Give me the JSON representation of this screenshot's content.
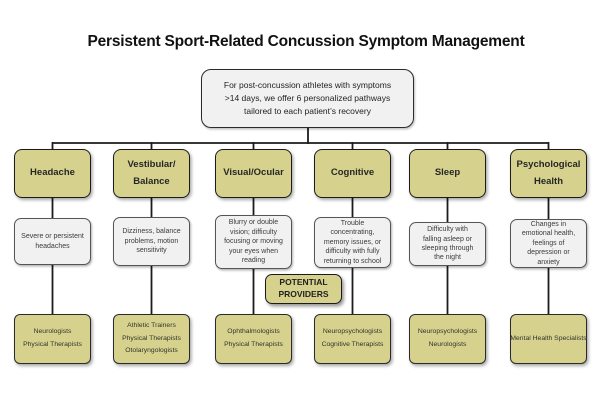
{
  "title": "Persistent Sport-Related Concussion Symptom Management",
  "root_box": {
    "text": "For post-concussion athletes with symptoms\n>14 days, we offer 6 personalized pathways\ntailored to each patient’s recovery"
  },
  "potential_providers": {
    "label": "POTENTIAL\nPROVIDERS"
  },
  "colors": {
    "pathway_fill": "#d6d28e",
    "pathway_border": "#1b1b1b",
    "symptom_fill": "#f1f1f1",
    "symptom_border": "#555555",
    "connector": "#1c1c1c",
    "background": "#ffffff"
  },
  "pathways": [
    {
      "name": "Headache",
      "symptoms": "Severe or persistent\nheadaches",
      "providers": [
        "Neurologists",
        "Physical Therapists"
      ]
    },
    {
      "name": "Vestibular/\nBalance",
      "symptoms": "Dizziness, balance\nproblems, motion\nsensitivity",
      "providers": [
        "Athletic Trainers",
        "Physical Therapists",
        "Otolaryngologists"
      ]
    },
    {
      "name": "Visual/Ocular",
      "symptoms": "Blurry or double\nvision; difficulty\nfocusing or moving\nyour eyes when\nreading",
      "providers": [
        "Ophthalmologists",
        "Physical Therapists"
      ]
    },
    {
      "name": "Cognitive",
      "symptoms": "Trouble\nconcentrating,\nmemory issues, or\ndifficulty with fully\nreturning to school",
      "providers": [
        "Neuropsychologists",
        "Cognitive Therapists"
      ]
    },
    {
      "name": "Sleep",
      "symptoms": "Difficulty with\nfalling asleep or\nsleeping through\nthe night",
      "providers": [
        "Neuropsychologists",
        "Neurologists"
      ]
    },
    {
      "name": "Psychological\nHealth",
      "symptoms": "Changes in\nemotional health,\nfeelings of\ndepression or\nanxiety",
      "providers": [
        "Mental Health Specialists"
      ]
    }
  ]
}
